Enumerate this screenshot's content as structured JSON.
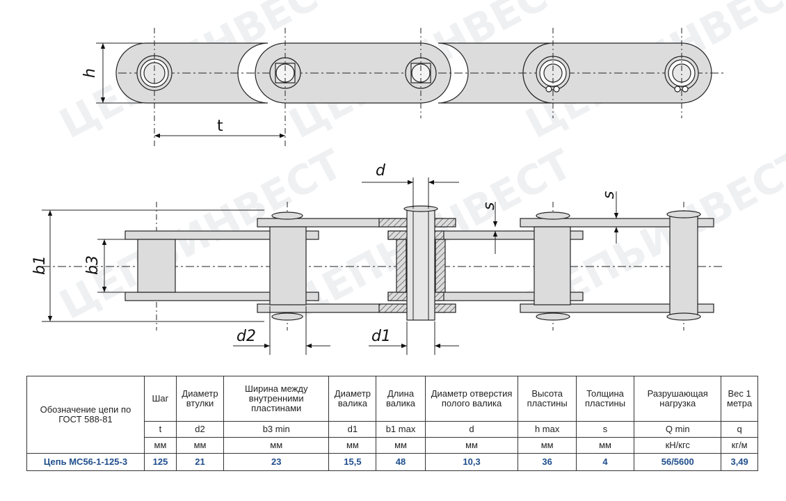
{
  "drawing": {
    "watermark": "ЦЕПЬИНВЕСТ",
    "dims": {
      "h": "h",
      "t": "t",
      "d": "d",
      "s": "s",
      "b1": "b1",
      "b3": "b3",
      "d2": "d2",
      "d1": "d1"
    }
  },
  "table": {
    "designation_header": "Обозначение цепи по ГОСТ 588-81",
    "columns": [
      {
        "header": "Шаг",
        "symbol": "t",
        "unit": "мм",
        "value": "125"
      },
      {
        "header": "Диаметр втулки",
        "symbol": "d2",
        "unit": "мм",
        "value": "21"
      },
      {
        "header": "Ширина между внутренними пластинами",
        "symbol": "b3 min",
        "unit": "мм",
        "value": "23"
      },
      {
        "header": "Диаметр валика",
        "symbol": "d1",
        "unit": "мм",
        "value": "15,5"
      },
      {
        "header": "Длина валика",
        "symbol": "b1 max",
        "unit": "мм",
        "value": "48"
      },
      {
        "header": "Диаметр отверстия полого валика",
        "symbol": "d",
        "unit": "мм",
        "value": "10,3"
      },
      {
        "header": "Высота пластины",
        "symbol": "h max",
        "unit": "мм",
        "value": "36"
      },
      {
        "header": "Толщина пластины",
        "symbol": "s",
        "unit": "мм",
        "value": "4"
      },
      {
        "header": "Разрушающая нагрузка",
        "symbol": "Q min",
        "unit": "кН/кгс",
        "value": "56/5600"
      },
      {
        "header": "Вес 1 метра",
        "symbol": "q",
        "unit": "кг/м",
        "value": "3,49"
      }
    ],
    "row_name": "Цепь МС56-1-125-3",
    "colors": {
      "value_text": "#1f4e8c",
      "part_fill": "#dcdcdc",
      "line": "#222222"
    }
  }
}
